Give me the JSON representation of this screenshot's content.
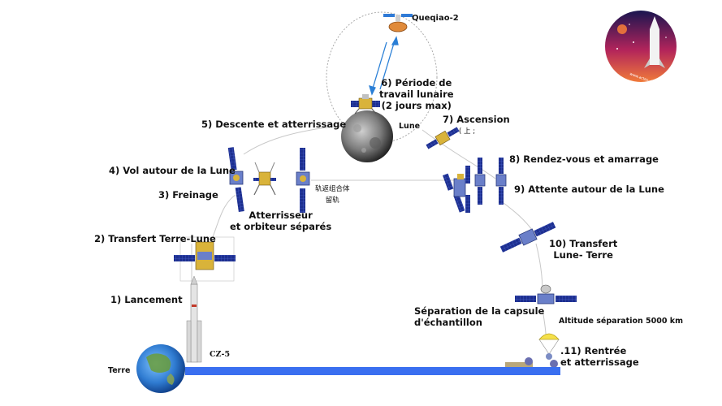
{
  "labels": {
    "step1": "1) Lancement",
    "step2": "2) Transfert Terre-Lune",
    "step3": "3) Freinage",
    "step4": "4) Vol autour de la Lune",
    "step5": "5) Descente et atterrissage",
    "step6_line1": "6) Période de",
    "step6_line2": "travail lunaire",
    "step6_line3": "(2 jours max)",
    "step7": "7) Ascension",
    "step7_cn": "( 上 ;",
    "step8": "8) Rendez-vous et amarrage",
    "step9": "9) Attente autour de la Lune",
    "step10_line1": "10) Transfert",
    "step10_line2": "Lune- Terre",
    "step11_line1": ".11) Rentrée",
    "step11_line2": "et atterrissage",
    "separated_line1": "Atterrisseur",
    "separated_line2": "et orbiteur séparés",
    "capsule_line1": "Séparation de la capsule",
    "capsule_line2": "d'échantillon",
    "altitude": "Altitude séparation 5000 km",
    "cn_orbit_line1": "轨返组合体",
    "cn_orbit_line2": "留轨",
    "queqiao": "Queqiao-2",
    "moon": "Lune",
    "earth": "Terre",
    "rocket": "CZ-5"
  },
  "logo": {
    "text": "www.actes-d-cosmos"
  },
  "colors": {
    "ground": "#3a6ff0",
    "panel": "#1d2f8f",
    "arrow": "#2a7fd6",
    "track": "#c8c8c8"
  }
}
